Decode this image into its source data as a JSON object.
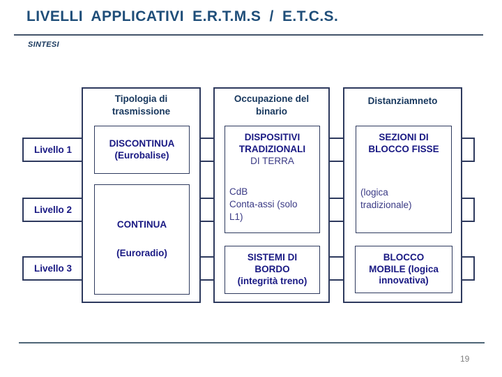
{
  "title": "LIVELLI  APPLICATIVI  E.R.T.M.S / E.T.C.S.",
  "subtitle": "SINTESI",
  "page_number": "19",
  "colors": {
    "title_color": "#1F4E79",
    "header_text": "#17375D",
    "navy_text": "#191983",
    "navy_reg": "#3A3A85",
    "border_color": "#2E3A5E",
    "rule_color": "#44546A",
    "bottom_rule_color": "#4E6577",
    "page_num_color": "#7F7F7F"
  },
  "diagram": {
    "levels": [
      "Livello 1",
      "Livello 2",
      "Livello 3"
    ],
    "columns": [
      {
        "header_lines": [
          "Tipologia di",
          "trasmissione"
        ],
        "boxes": [
          {
            "bold_lines": [
              "DISCONTINUA",
              "(Eurobalise)"
            ]
          },
          {
            "bold_lines": [
              "CONTINUA",
              "(Euroradio)"
            ]
          }
        ]
      },
      {
        "header_lines": [
          "Occupazione del",
          "binario"
        ],
        "boxes": [
          {
            "bold_lines": [
              "DISPOSITIVI",
              "TRADIZIONALI"
            ],
            "regular_center": "DI TERRA",
            "regular_left_lines": [
              "CdB",
              "Conta-assi (solo",
              "L1)"
            ]
          },
          {
            "bold_lines": [
              "SISTEMI DI",
              "BORDO",
              "(integrità treno)"
            ]
          }
        ]
      },
      {
        "header_lines": [
          "Distanziamneto"
        ],
        "boxes": [
          {
            "bold_lines": [
              "SEZIONI DI",
              "BLOCCO FISSE"
            ],
            "regular_left_lines": [
              "(logica",
              "tradizionale)"
            ]
          },
          {
            "bold_lines": [
              "BLOCCO",
              "MOBILE (logica",
              "innovativa)"
            ]
          }
        ]
      }
    ]
  }
}
